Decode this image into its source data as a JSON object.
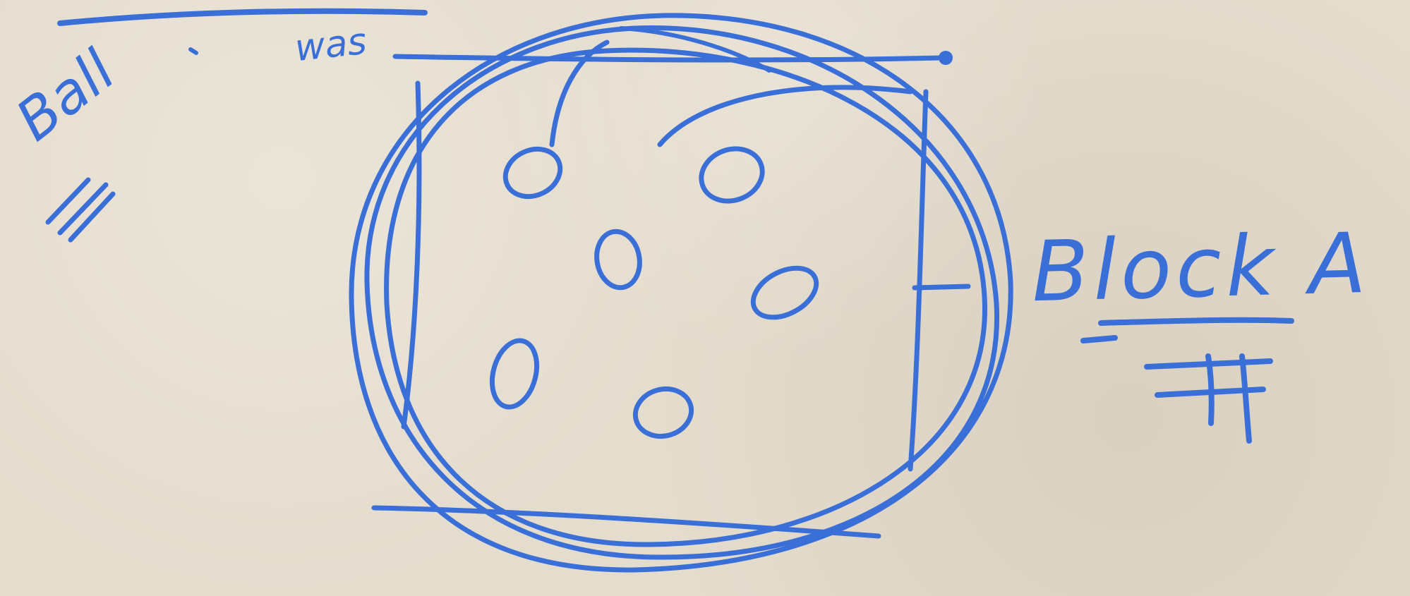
{
  "labels": {
    "block": "Block A",
    "was": "was",
    "ball": "Ball"
  },
  "colors": {
    "ink": "#3a6fd8",
    "paper": "#e4dccd"
  }
}
